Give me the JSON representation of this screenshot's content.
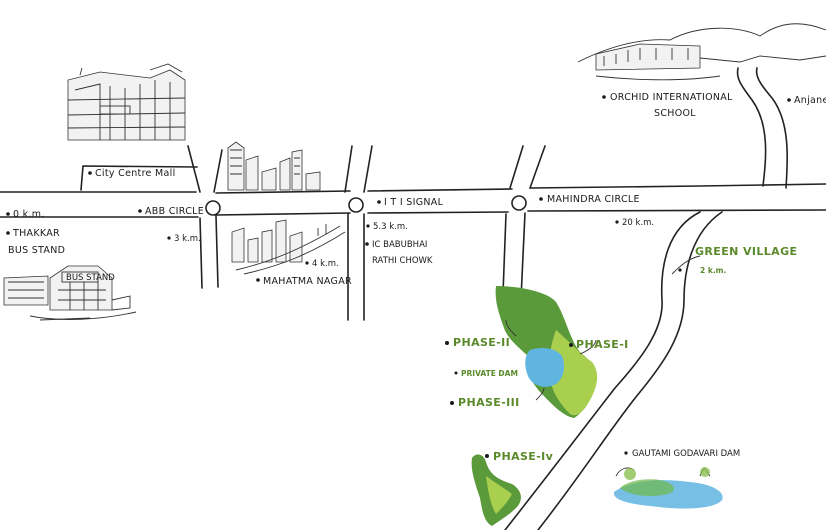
{
  "map": {
    "labels": {
      "city_centre_mall": "City Centre Mall",
      "abb_circle": "ABB CIRCLE",
      "abb_distance": "3 k.m.",
      "zero_km": "0 k.m.",
      "thakkar_1": "THAKKAR",
      "thakkar_2": "BUS STAND",
      "bus_sign": "BUS STAND",
      "mahatma_nagar": "MAHATMA NAGAR",
      "mahatma_distance": "4 k.m.",
      "iti_signal": "I T I SIGNAL",
      "iti_distance": "5.3 k.m.",
      "ic_1": "IC BABUBHAI",
      "ic_2": "RATHI CHOWK",
      "mahindra_circle": "MAHINDRA CIRCLE",
      "mahindra_distance": "20 k.m.",
      "orchid_1": "ORCHID INTERNATIONAL",
      "orchid_2": "SCHOOL",
      "anjaneri": "Anjane",
      "green_village": "GREEN VILLAGE",
      "green_distance": "2 k.m.",
      "phase_1": "PHASE-I",
      "phase_2": "PHASE-II",
      "phase_3": "PHASE-III",
      "phase_4": "PHASE-Iv",
      "private_dam": "PRIVATE DAM",
      "gautami": "GAUTAMI GODAVARI DAM"
    },
    "colors": {
      "land_green": "#5b9a3a",
      "land_light": "#a9cf4f",
      "water_blue": "#5fb4e0",
      "label_green": "#5a8a2a",
      "ink": "#1a1a1a"
    },
    "icons": [
      "building-sketch",
      "bus-station-sketch",
      "skyline-sketch",
      "school-sketch",
      "dam-sketch"
    ]
  }
}
